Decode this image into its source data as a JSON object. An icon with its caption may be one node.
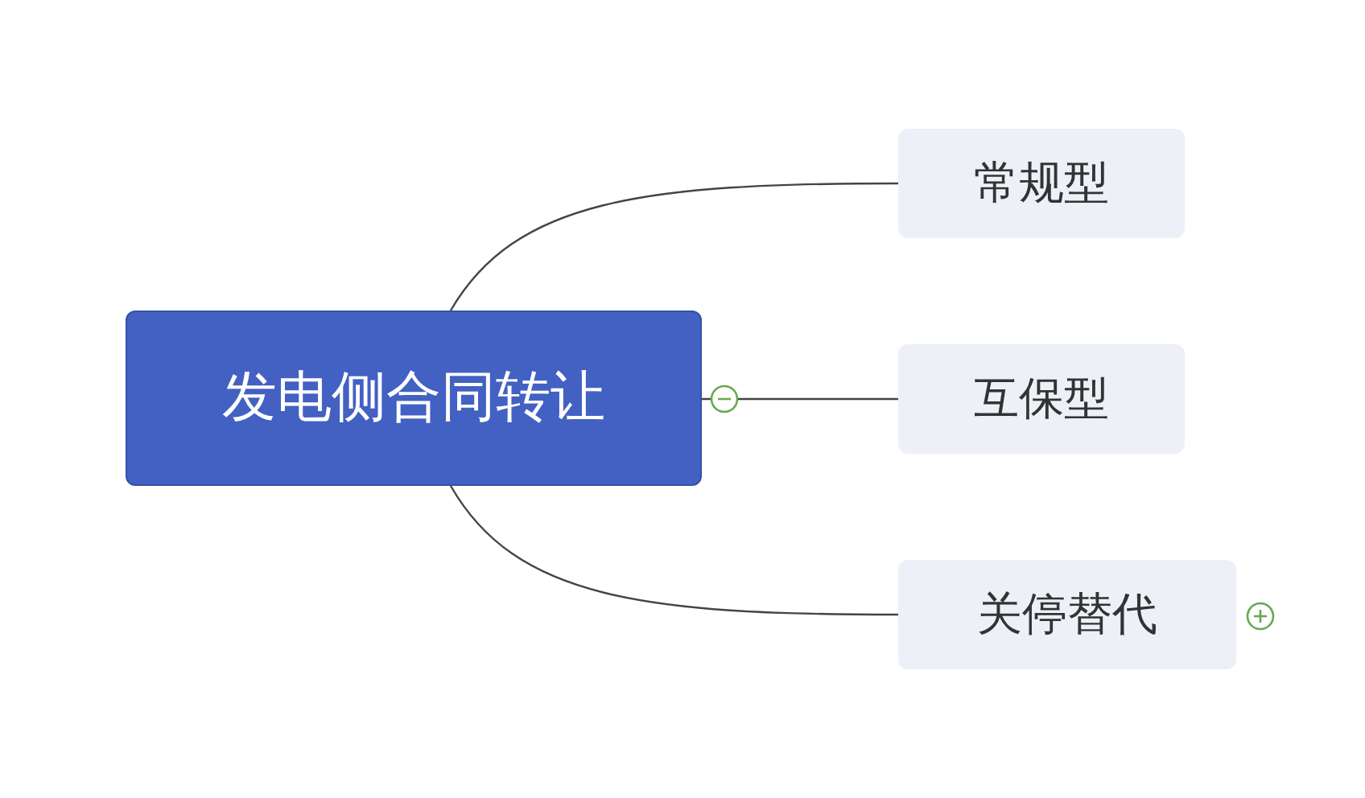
{
  "diagram": {
    "nodes": [
      {
        "text": [
          "发电侧合同转让"
        ]
      },
      {
        "text": [
          "常规型"
        ]
      },
      {
        "text": [
          "互保型"
        ]
      },
      {
        "text": [
          "关停替代"
        ]
      }
    ],
    "edges": [
      {
        "from": 0,
        "to": 1,
        "arrow": "none"
      },
      {
        "from": 0,
        "to": 2,
        "arrow": "none"
      },
      {
        "from": 0,
        "to": 3,
        "arrow": "none"
      }
    ]
  }
}
